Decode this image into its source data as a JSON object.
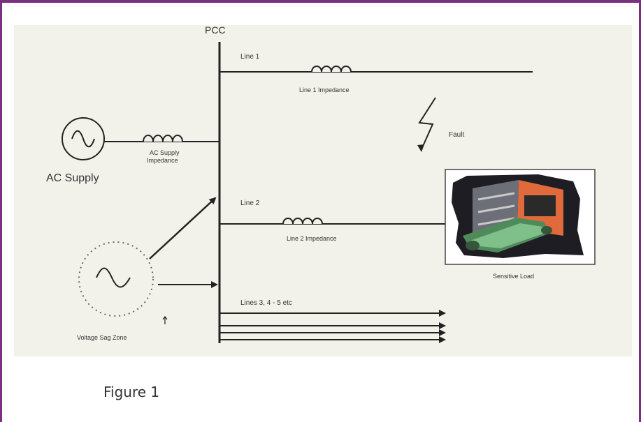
{
  "figure": {
    "caption": "Figure 1",
    "labels": {
      "pcc": "PCC",
      "line1": "Line 1",
      "line1_impedance": "Line 1 Impedance",
      "fault": "Fault",
      "ac_supply_impedance_1": "AC Supply",
      "ac_supply_impedance_2": "Impedance",
      "ac_supply": "AC Supply",
      "line2": "Line 2",
      "line2_impedance": "Line 2 Impedance",
      "sensitive_load": "Sensitive Load",
      "lines_more": "Lines 3, 4 - 5 etc",
      "voltage_sag_zone": "Voltage Sag Zone"
    },
    "colors": {
      "frame": "#7a2f7f",
      "line": "#222222",
      "background": "#f3f2ea"
    }
  }
}
